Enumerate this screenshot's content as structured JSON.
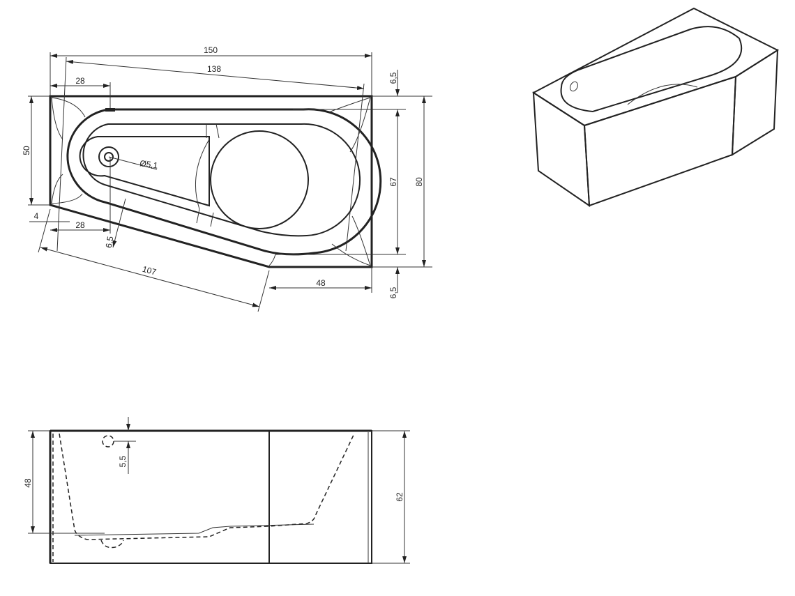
{
  "top_view": {
    "dims": {
      "overall_length": "150",
      "inner_length": "138",
      "left_offset_top": "28",
      "left_height": "50",
      "left_inset": "4",
      "left_offset_bottom": "28",
      "rim_offset_diag": "6,5",
      "diagonal_length": "107",
      "right_bottom_width": "48",
      "rim_top": "6,5",
      "bowl_width": "67",
      "overall_width": "80",
      "rim_bottom": "6,5",
      "drain_diameter": "Ø5,1"
    }
  },
  "side_view": {
    "dims": {
      "inner_depth": "48",
      "overall_height": "62",
      "overflow_offset": "5,5"
    }
  },
  "colors": {
    "line": "#222222",
    "background": "#ffffff"
  }
}
